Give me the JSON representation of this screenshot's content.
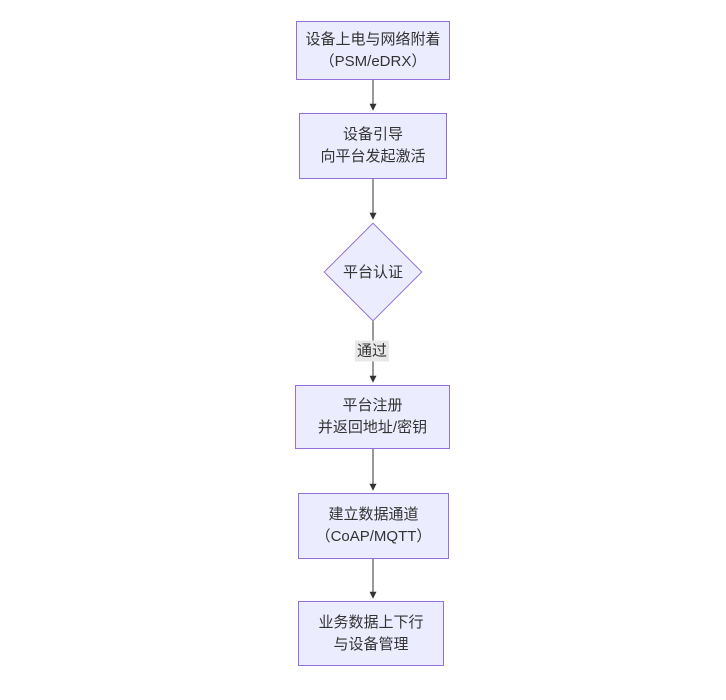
{
  "diagram": {
    "type": "flowchart",
    "direction": "top-down",
    "colors": {
      "background": "#ffffff",
      "node_fill": "#ECECFF",
      "node_border": "#9370DB",
      "text": "#333333",
      "arrow": "#333333",
      "edge_label_bg": "#e8e8e8"
    },
    "nodes": [
      {
        "id": "power-attach",
        "shape": "rect",
        "lines": [
          "设备上电与网络附着",
          "（PSM/eDRX）"
        ]
      },
      {
        "id": "bootstrap",
        "shape": "rect",
        "lines": [
          "设备引导",
          "向平台发起激活"
        ]
      },
      {
        "id": "auth",
        "shape": "diamond",
        "lines": [
          "平台认证"
        ]
      },
      {
        "id": "register",
        "shape": "rect",
        "lines": [
          "平台注册",
          "并返回地址/密钥"
        ]
      },
      {
        "id": "data-channel",
        "shape": "rect",
        "lines": [
          "建立数据通道",
          "（CoAP/MQTT）"
        ]
      },
      {
        "id": "business",
        "shape": "rect",
        "lines": [
          "业务数据上下行",
          "与设备管理"
        ]
      }
    ],
    "edges": [
      {
        "from": "power-attach",
        "to": "bootstrap",
        "label": ""
      },
      {
        "from": "bootstrap",
        "to": "auth",
        "label": ""
      },
      {
        "from": "auth",
        "to": "register",
        "label": "通过"
      },
      {
        "from": "register",
        "to": "data-channel",
        "label": ""
      },
      {
        "from": "data-channel",
        "to": "business",
        "label": ""
      }
    ]
  }
}
